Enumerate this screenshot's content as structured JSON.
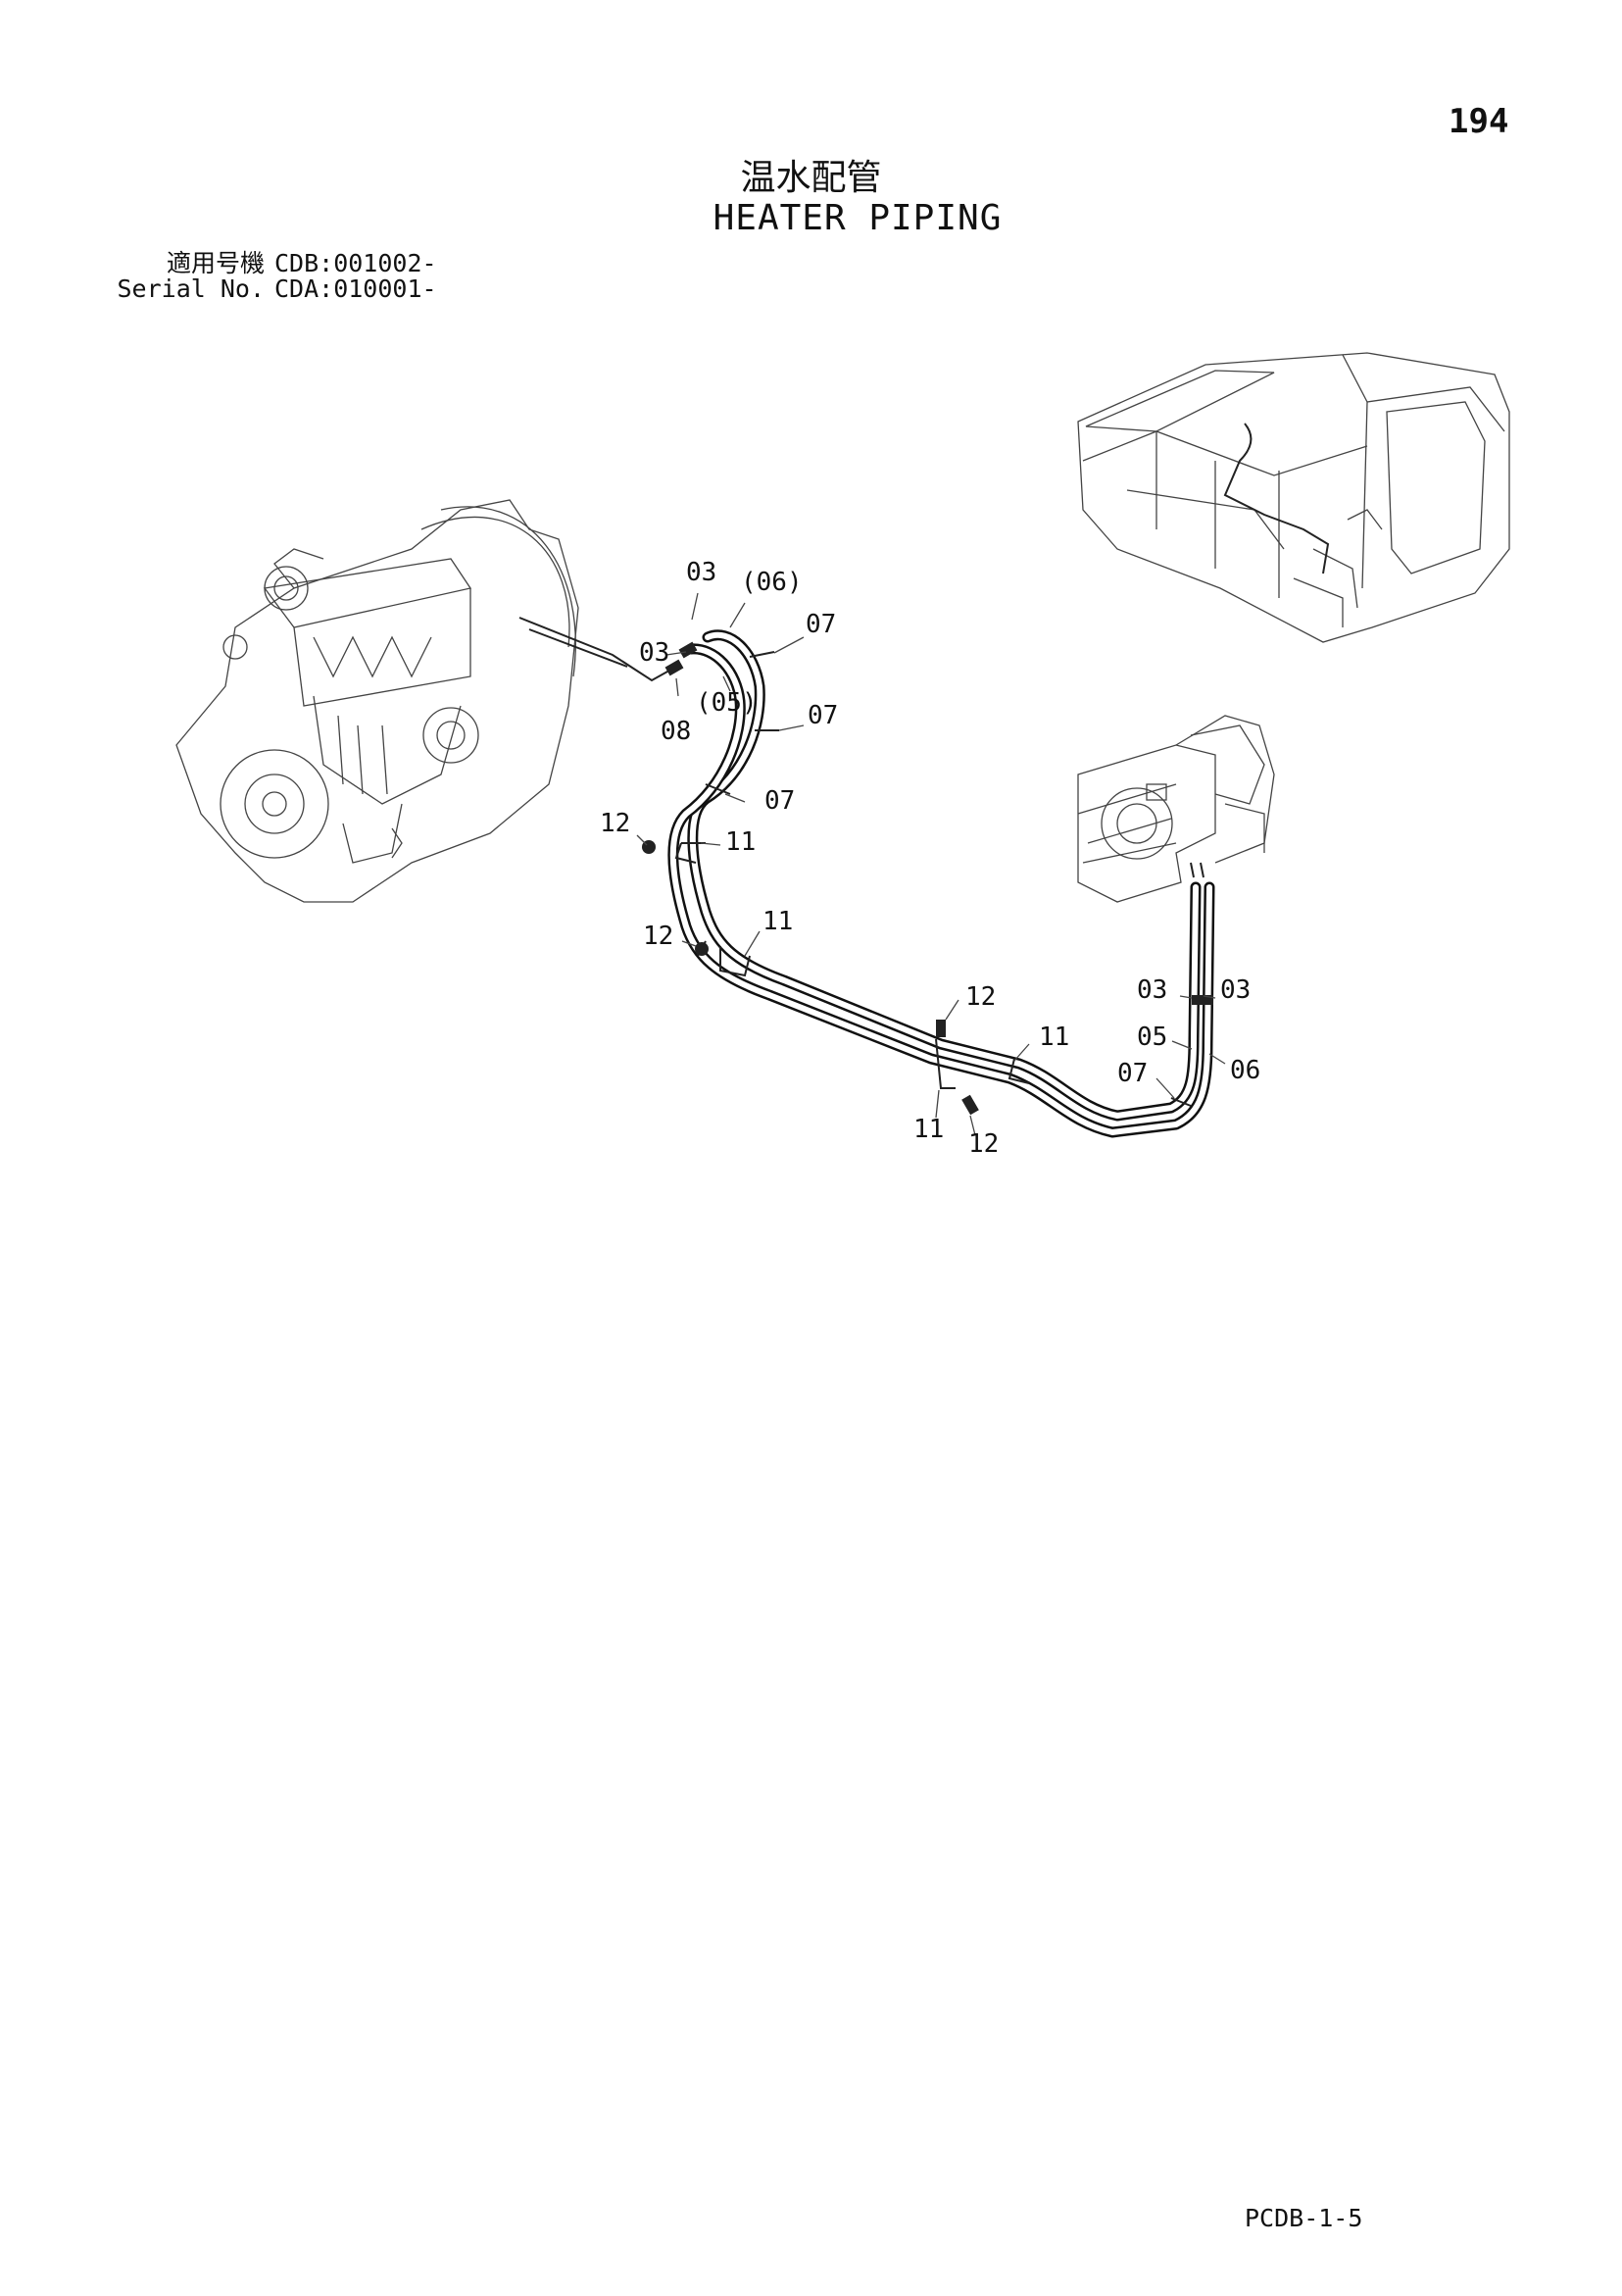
{
  "page_number": "194",
  "title_jp": "温水配管",
  "title_en": "HEATER PIPING",
  "serial": {
    "label_jp": "適用号機",
    "value_jp": "CDB:001002-",
    "label_en": "Serial No.",
    "value_en": "CDA:010001-"
  },
  "callouts": [
    "03",
    "(06)",
    "03",
    "07",
    "(05)",
    "08",
    "07",
    "07",
    "12",
    "11",
    "12",
    "11",
    "12",
    "03",
    "03",
    "11",
    "05",
    "07",
    "06",
    "11",
    "12"
  ],
  "footer": "PCDB-1-5"
}
